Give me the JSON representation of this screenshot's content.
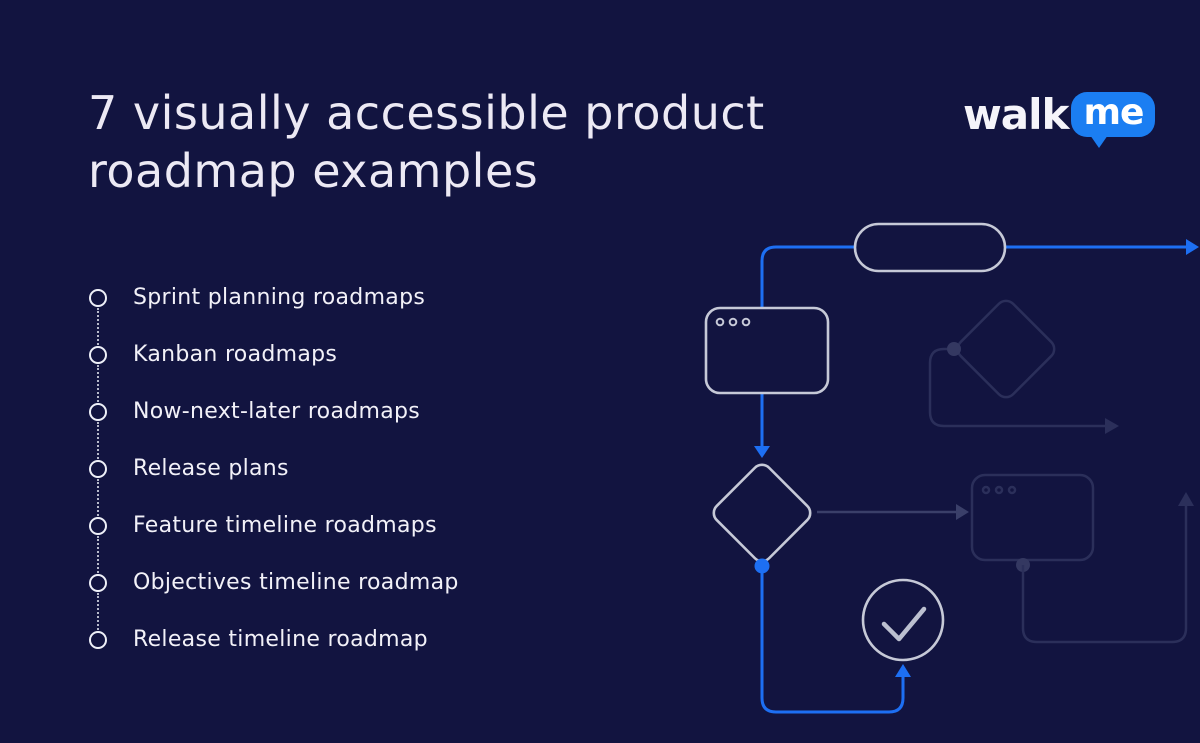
{
  "theme": {
    "background": "#121440",
    "accent_blue": "#1d6ff3",
    "bright_outline": "#c6c9d7",
    "faded_outline": "#2b2f5a",
    "text_color": "#f2f1f8",
    "logo_bubble_blue": "#1b7ef2"
  },
  "header": {
    "title_line1": "7 visually accessible product",
    "title_line2": "roadmap examples"
  },
  "logo": {
    "walk_text": "walk",
    "me_text": "me"
  },
  "roadmap_list": {
    "items": [
      {
        "label": "Sprint planning roadmaps"
      },
      {
        "label": "Kanban roadmaps"
      },
      {
        "label": "Now-next-later roadmaps"
      },
      {
        "label": "Release plans"
      },
      {
        "label": "Feature timeline roadmaps"
      },
      {
        "label": "Objectives timeline roadmap"
      },
      {
        "label": "Release timeline roadmap"
      }
    ]
  },
  "flowchart": {
    "icons": [
      "pill-node",
      "browser-window-icon",
      "decision-diamond-icon",
      "check-circle-icon",
      "faded-decision-diamond-icon",
      "faded-browser-window-icon"
    ]
  }
}
